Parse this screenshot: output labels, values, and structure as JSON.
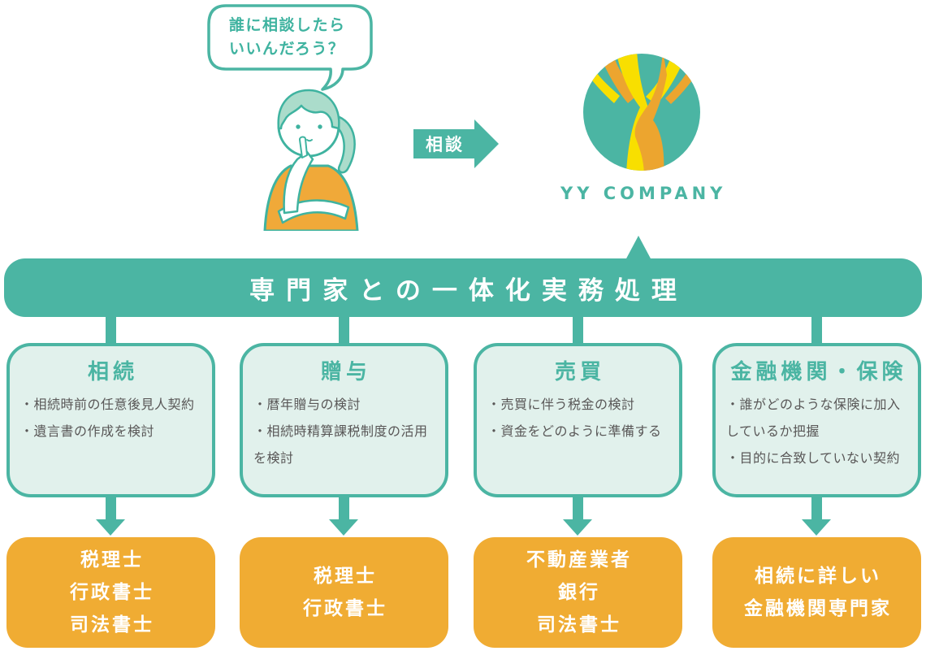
{
  "speech_bubble": {
    "line1": "誰に相談したら",
    "line2": "いいんだろう？"
  },
  "consult_arrow": {
    "label": "相談"
  },
  "logo": {
    "name": "YY COMPANY"
  },
  "banner": {
    "title": "専門家との一体化実務処理"
  },
  "columns": [
    {
      "category": "相続",
      "bullets": [
        "・相続時前の任意後見人契約",
        "・遺言書の作成を検討"
      ],
      "experts": [
        "税理士",
        "行政書士",
        "司法書士"
      ]
    },
    {
      "category": "贈与",
      "bullets": [
        "・暦年贈与の検討",
        "・相続時精算課税制度の活用を検討"
      ],
      "experts": [
        "税理士",
        "行政書士"
      ]
    },
    {
      "category": "売買",
      "bullets": [
        "・売買に伴う税金の検討",
        "・資金をどのように準備する"
      ],
      "experts": [
        "不動産業者",
        "銀行",
        "司法書士"
      ]
    },
    {
      "category": "金融機関・保険",
      "bullets": [
        "・誰がどのような保険に加入しているか把握",
        "・目的に合致していない契約"
      ],
      "experts": [
        "相続に詳しい",
        "金融機関専門家"
      ]
    }
  ],
  "colors": {
    "teal": "#4bb5a3",
    "mint_background": "#e1f1ec",
    "orange": "#f0ac33",
    "logo_yellow": "#f8df00",
    "logo_orange": "#eca52f",
    "body_text": "#595757",
    "white": "#ffffff"
  }
}
